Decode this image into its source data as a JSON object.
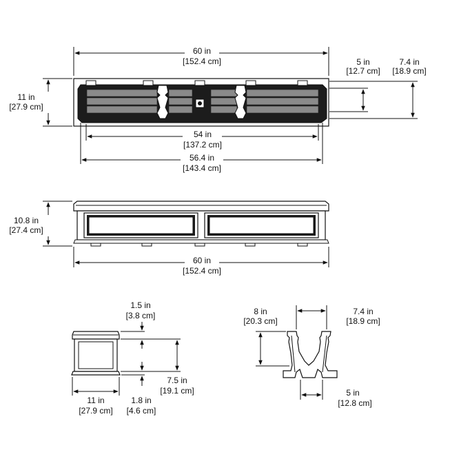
{
  "colors": {
    "line": "#111111",
    "dark": "#1a1a1a",
    "grille": "#8a8a8a",
    "background": "#ffffff"
  },
  "top_view": {
    "overall_length": [
      "60 in",
      "[152.4 cm]"
    ],
    "overall_width": [
      "11 in",
      "[27.9 cm]"
    ],
    "inner_length": [
      "54 in",
      "[137.2 cm]"
    ],
    "tray_length": [
      "56.4 in",
      "[143.4 cm]"
    ],
    "reservoir_width": [
      "5 in",
      "[12.7 cm]"
    ],
    "top_width": [
      "7.4 in",
      "[18.9 cm]"
    ]
  },
  "front_view": {
    "height": [
      "10.8 in",
      "[27.4 cm]"
    ],
    "length": [
      "60 in",
      "[152.4 cm]"
    ]
  },
  "side_view": {
    "top_rim": [
      "1.5 in",
      "[3.8 cm]"
    ],
    "panel_height": [
      "7.5 in",
      "[19.1 cm]"
    ],
    "depth": [
      "11 in",
      "[27.9 cm]"
    ],
    "base": [
      "1.8 in",
      "[4.6 cm]"
    ]
  },
  "section_view": {
    "depth": [
      "8 in",
      "[20.3 cm]"
    ],
    "top_width": [
      "7.4 in",
      "[18.9 cm]"
    ],
    "bottom_width": [
      "5 in",
      "[12.8 cm]"
    ]
  }
}
